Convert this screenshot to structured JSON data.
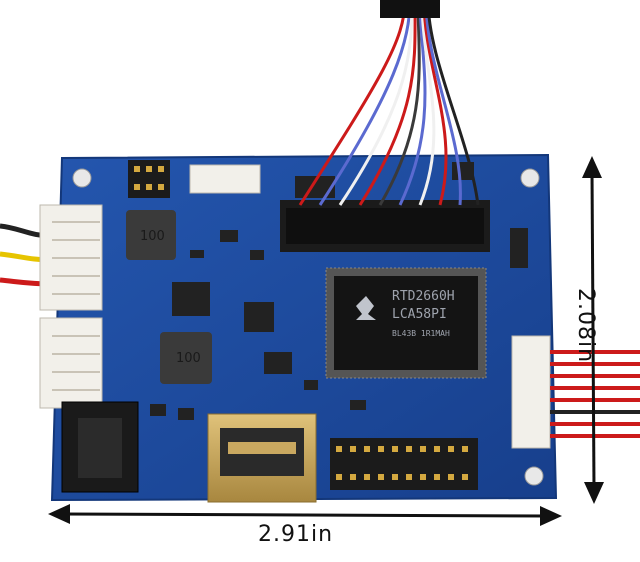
{
  "photo": {
    "subject": "LCD controller board",
    "colors": {
      "pcb": "#1f4fa3",
      "pcb_dark": "#173e86",
      "connector_white": "#f2f0ea",
      "header_black": "#1b1b1b",
      "hdmi_silver": "#c9a860",
      "background": "#ffffff"
    },
    "texts": {
      "inductor_top": "100",
      "inductor_bottom": "100",
      "chip_line1": "RTD2660H",
      "chip_line2": "LCA58PI",
      "chip_line3": "BL43B   1R1MAH"
    }
  },
  "dimensions": {
    "width": "2.91in",
    "height": "2.08in"
  }
}
